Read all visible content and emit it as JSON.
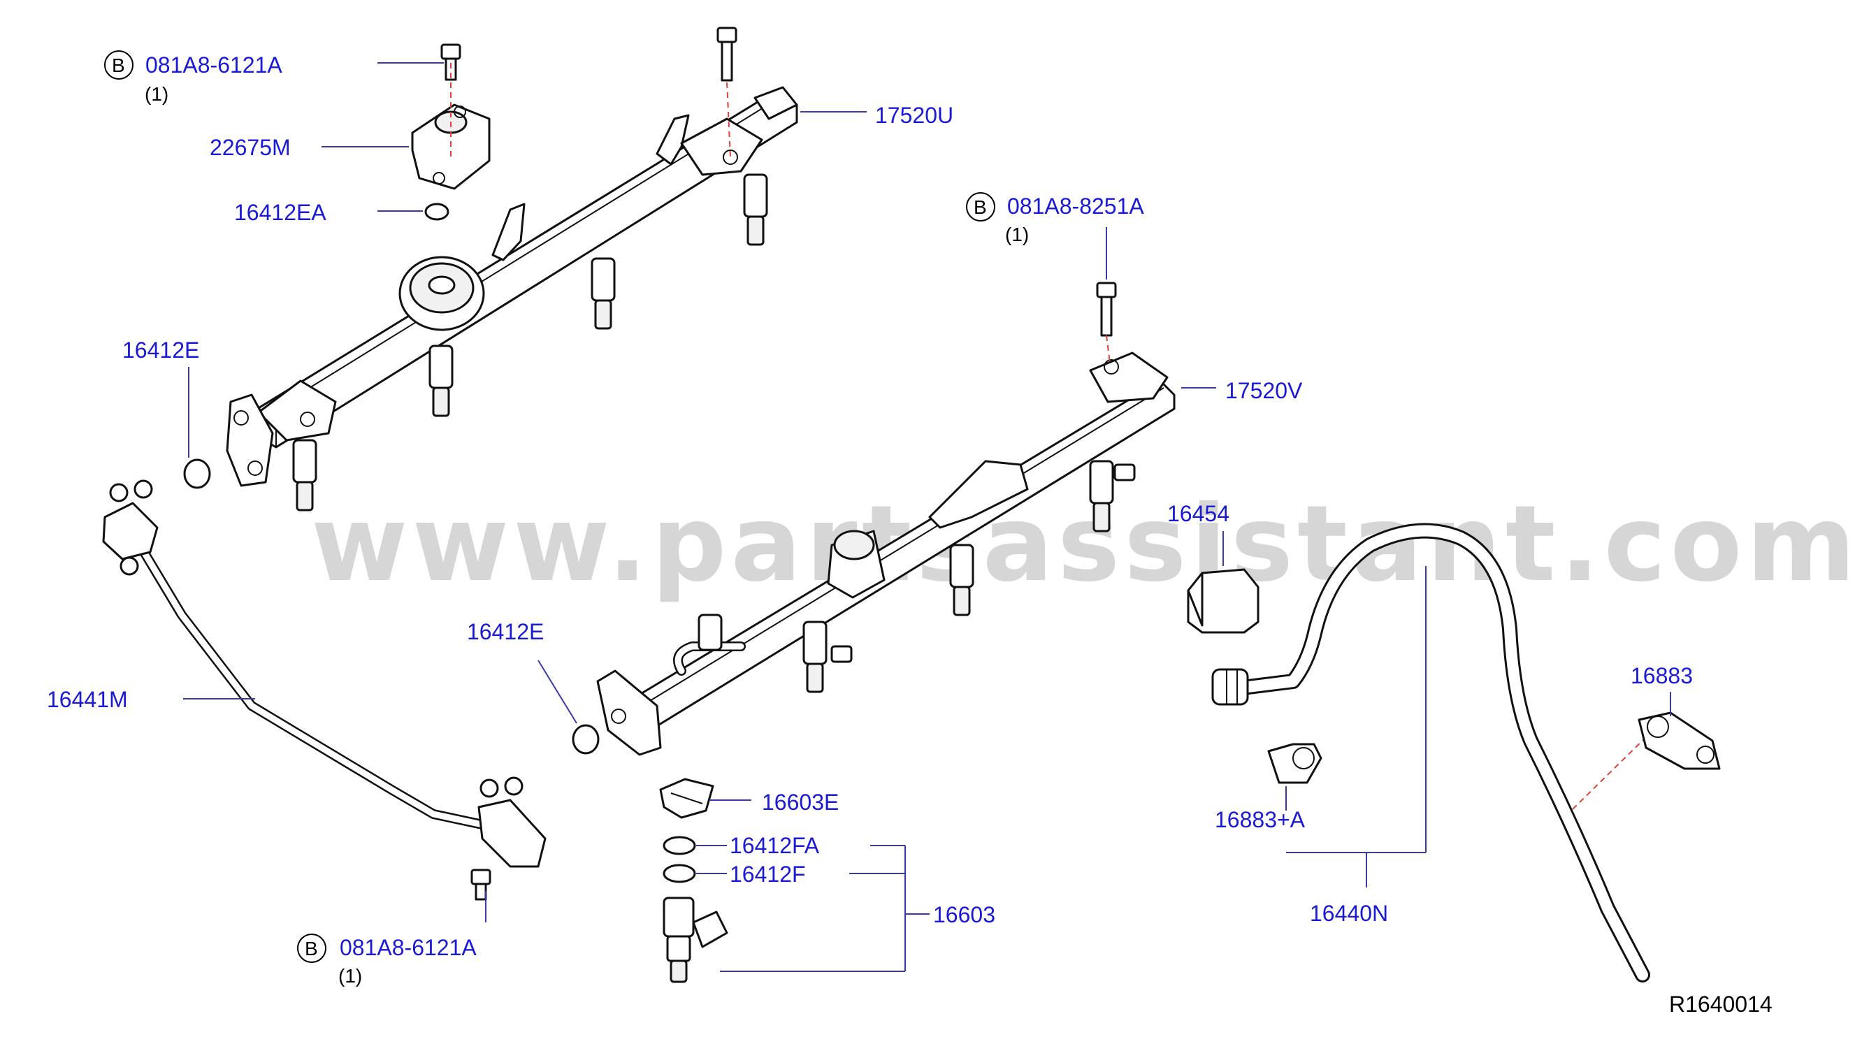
{
  "watermark": "www.partsassistant.com",
  "reference_code": "R1640014",
  "callouts": [
    {
      "id": "b-top",
      "marker": "B",
      "part": "081A8-6121A",
      "qty": "(1)"
    },
    {
      "id": "b-right",
      "marker": "B",
      "part": "081A8-8251A",
      "qty": "(1)"
    },
    {
      "id": "b-bottom",
      "marker": "B",
      "part": "081A8-6121A",
      "qty": "(1)"
    }
  ],
  "labels": {
    "22675M": "22675M",
    "16412EA": "16412EA",
    "17520U": "17520U",
    "17520V": "17520V",
    "16412E_left": "16412E",
    "16412E_mid": "16412E",
    "16441M": "16441M",
    "16454": "16454",
    "16603E": "16603E",
    "16412FA": "16412FA",
    "16412F": "16412F",
    "16603": "16603",
    "16883": "16883",
    "16883A": "16883+A",
    "16440N": "16440N"
  },
  "colors": {
    "label": "#1a1ad6",
    "leader": "#3a3aa8",
    "dashed_alignment": "#e0403a",
    "watermark": "#cfcfcf",
    "ink": "#111111"
  }
}
